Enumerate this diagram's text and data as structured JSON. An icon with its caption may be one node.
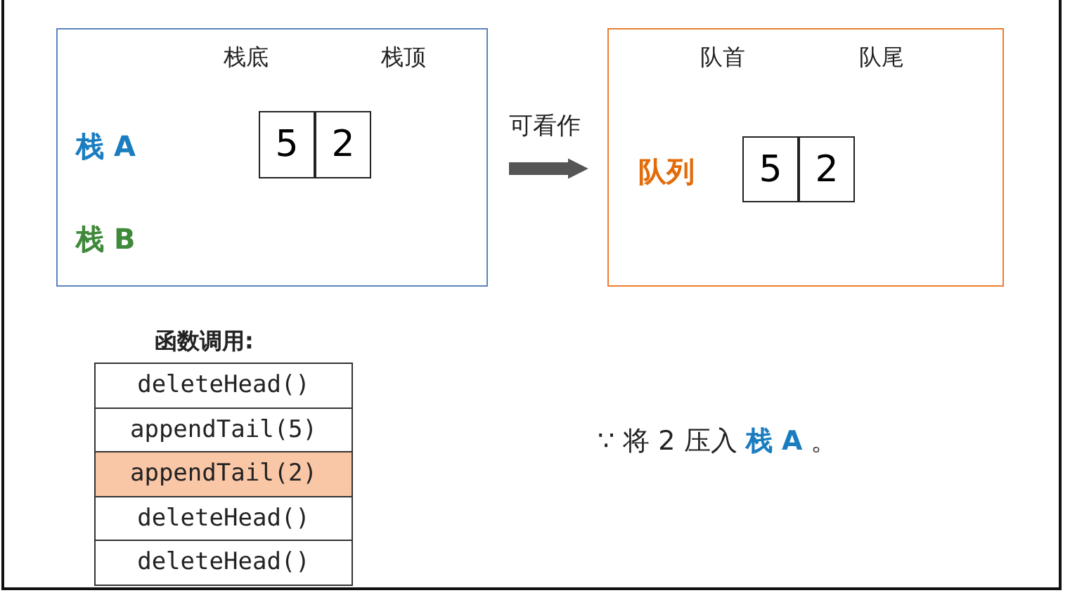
{
  "diagram": {
    "nodes": [
      {
        "text": [
          "栈底",
          "栈顶",
          "栈 A",
          "栈 B"
        ]
      },
      {
        "text": [
          "5"
        ],
        "in": 0
      },
      {
        "text": [
          "2"
        ],
        "in": 0
      },
      {
        "text": [
          "队首",
          "队尾",
          "队列"
        ]
      },
      {
        "text": [
          "5"
        ],
        "in": 3
      },
      {
        "text": [
          "2"
        ],
        "in": 3
      },
      {
        "text": [
          "deleteHead()"
        ]
      },
      {
        "text": [
          "appendTail(5)"
        ]
      },
      {
        "text": [
          "appendTail(2)"
        ]
      },
      {
        "text": [
          "deleteHead()"
        ]
      },
      {
        "text": [
          "deleteHead()"
        ]
      }
    ],
    "edges": [
      {
        "from": 0,
        "to": 3,
        "arrow": "to",
        "label": "可看作"
      }
    ],
    "labels": [
      "函数调用:",
      "∵ 将 2 压入 **栈 A** 。"
    ]
  }
}
